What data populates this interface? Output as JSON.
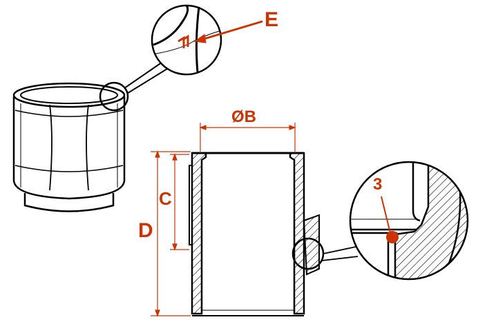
{
  "labels": {
    "E": "E",
    "diameter_B": "ØB",
    "C": "C",
    "D": "D",
    "seal_3": "3"
  },
  "colors": {
    "accent": "#cc3300",
    "line": "#000000"
  }
}
